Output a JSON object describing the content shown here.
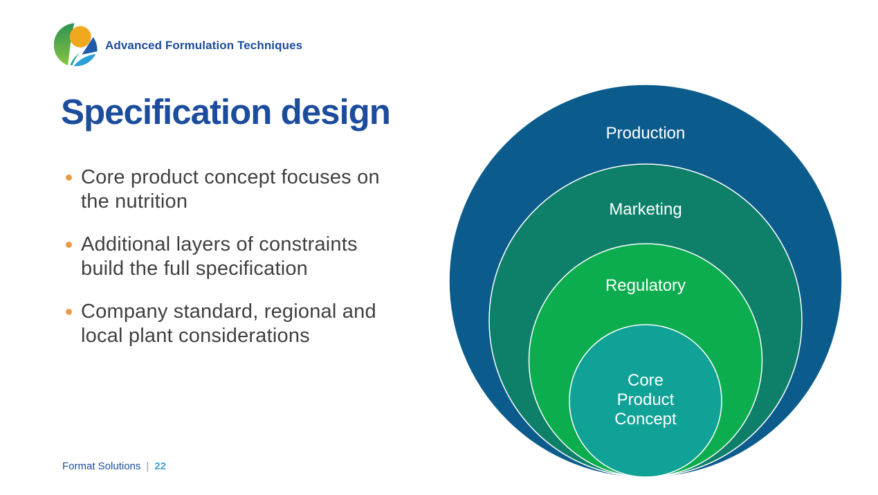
{
  "header": {
    "logo_name": "format-solutions-logo",
    "course_title": "Advanced Formulation Techniques"
  },
  "slide": {
    "title": "Specification design",
    "bullets": [
      {
        "lines": [
          "Core product concept focuses on",
          "the nutrition"
        ]
      },
      {
        "lines": [
          "Additional layers of constraints",
          "build the full specification"
        ]
      },
      {
        "lines": [
          "Company standard, regional and",
          "local plant considerations"
        ]
      }
    ]
  },
  "footer": {
    "brand": "Format Solutions",
    "separator": "|",
    "page_number": "22"
  },
  "diagram": {
    "type": "nested-circles",
    "description": "Concentric bottom-tangent circles from outer Production to inner Core Product Concept",
    "rings": [
      {
        "label": "Production",
        "color": "#0b5c8d"
      },
      {
        "label": "Marketing",
        "color": "#0e8069"
      },
      {
        "label": "Regulatory",
        "color": "#0cad4f"
      },
      {
        "label": "Core Product Concept",
        "color": "#10a296",
        "lines": [
          "Core",
          "Product",
          "Concept"
        ]
      }
    ]
  },
  "colors": {
    "title_blue": "#1c4c9c",
    "body_text_gray": "#3f3f3f",
    "bullet_orange": "#ef9b43",
    "footer_light_blue": "#3ea2dc",
    "logo_green": "#2e9253",
    "logo_orange": "#f0a81f",
    "logo_dark_blue": "#1e5ba8",
    "logo_light_blue": "#2b9fd8",
    "logo_teal": "#19a093"
  }
}
